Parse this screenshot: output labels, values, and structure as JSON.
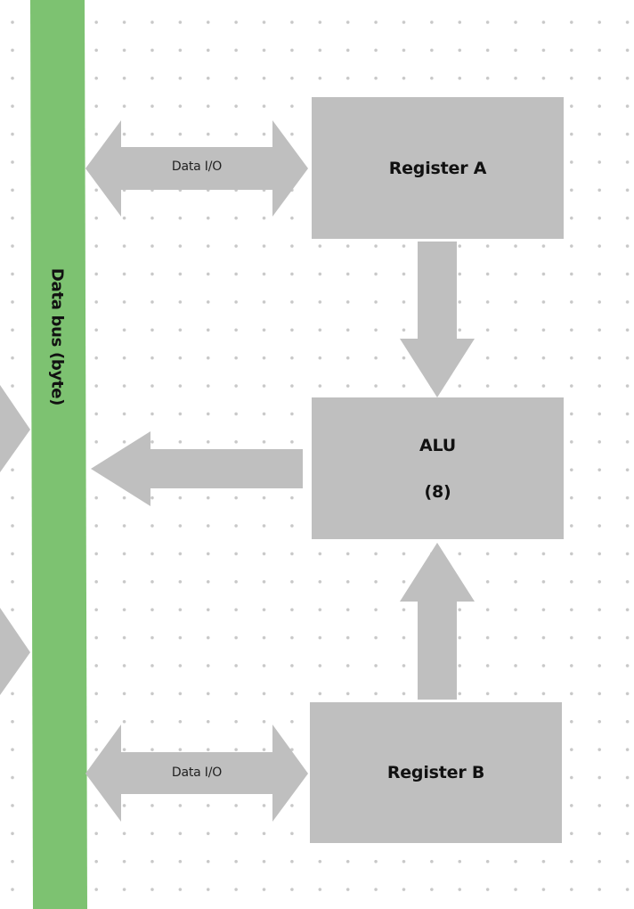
{
  "diagram": {
    "bus": {
      "label": "Data bus (byte)",
      "color": "#7dc271"
    },
    "blocks": {
      "register_a": {
        "label": "Register A"
      },
      "alu": {
        "label": "ALU",
        "sublabel": "(8)"
      },
      "register_b": {
        "label": "Register B"
      }
    },
    "connectors": {
      "register_a_io": {
        "label": "Data I/O",
        "type": "bidirectional"
      },
      "register_b_io": {
        "label": "Data I/O",
        "type": "bidirectional"
      },
      "register_a_to_alu": {
        "label": "",
        "type": "down"
      },
      "register_b_to_alu": {
        "label": "",
        "type": "up"
      },
      "alu_to_bus": {
        "label": "",
        "type": "left"
      }
    },
    "colors": {
      "block_fill": "#bfbfbf",
      "arrow_fill": "#bfbfbf",
      "grid_dot": "#c8c8c8",
      "background": "#ffffff"
    }
  }
}
